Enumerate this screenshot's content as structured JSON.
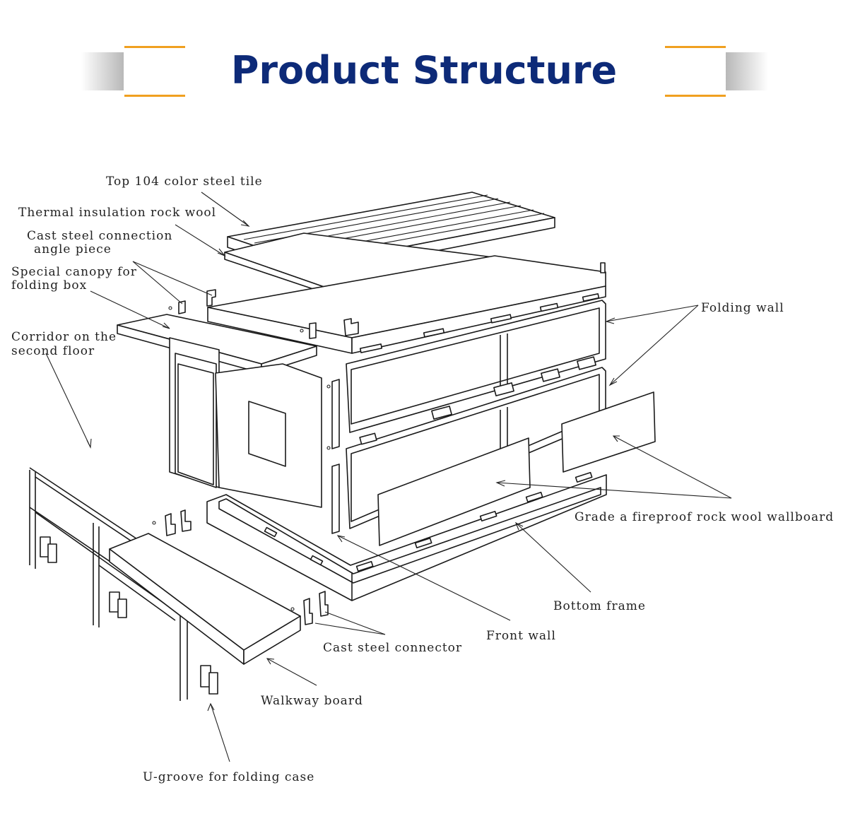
{
  "header": {
    "title": "Product Structure",
    "title_color": "#0d2a78",
    "accent_color": "#f0a020"
  },
  "labels": {
    "top_tile": "Top 104 color steel tile",
    "thermal_wool": "Thermal insulation rock wool",
    "angle_piece_1": "Cast steel connection",
    "angle_piece_2": "angle piece",
    "canopy_1": "Special canopy for",
    "canopy_2": "folding box",
    "corridor_1": "Corridor on the",
    "corridor_2": "second floor",
    "folding_wall": "Folding wall",
    "wallboard": "Grade a fireproof rock wool wallboard",
    "bottom_frame": "Bottom frame",
    "front_wall": "Front wall",
    "connector": "Cast steel connector",
    "walkway": "Walkway board",
    "u_groove": "U-groove for folding case"
  }
}
